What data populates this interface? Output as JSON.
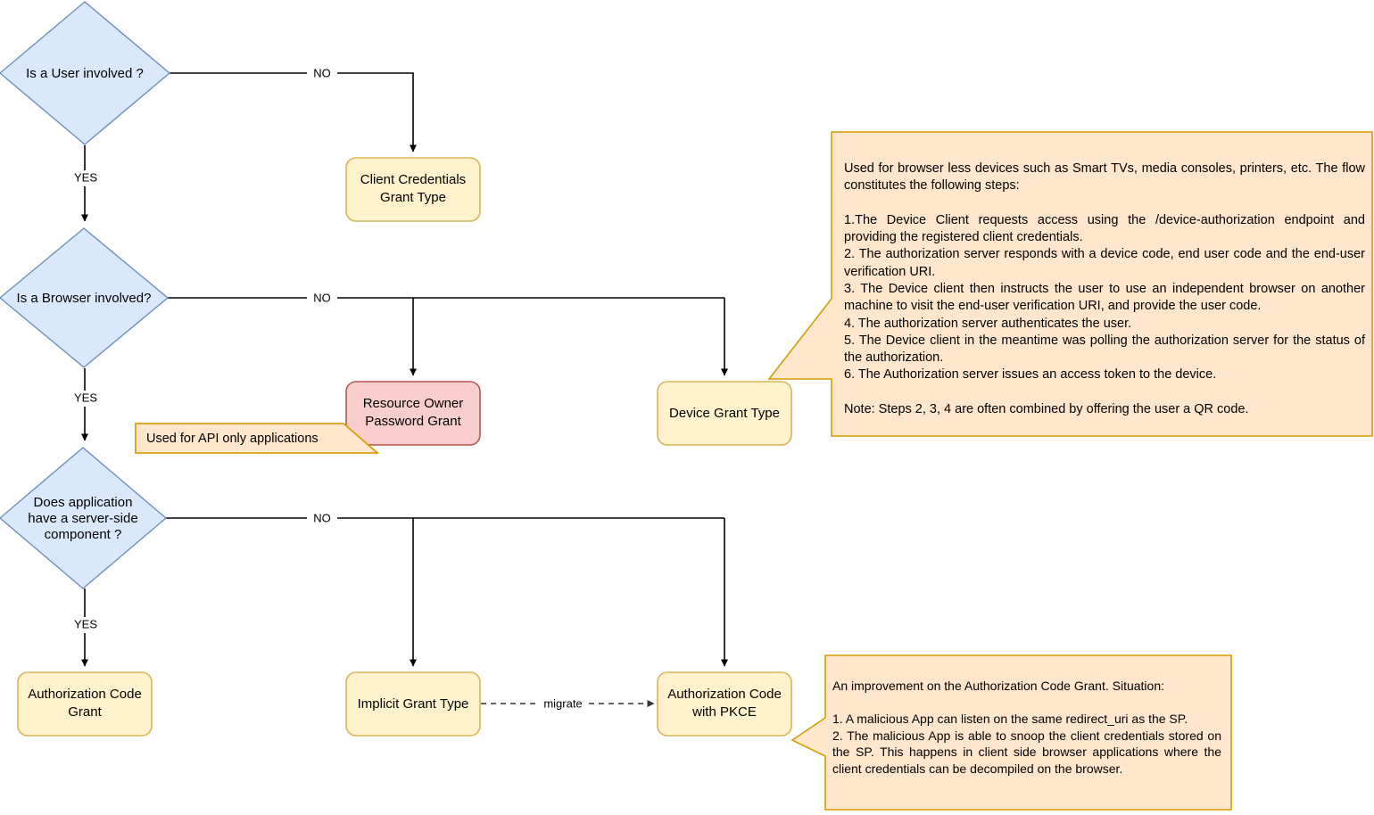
{
  "diagram": {
    "title": "OAuth 2.0 Grant Type Decision Flowchart",
    "colors": {
      "decision_fill": "#dae8fc",
      "decision_stroke": "#6c8ebf",
      "grant_fill": "#fff2cc",
      "grant_stroke": "#d6b656",
      "deprecated_fill": "#f8cecc",
      "deprecated_stroke": "#b85450",
      "note_fill": "#ffe6cc",
      "note_stroke": "#d79b00",
      "edge": "#000000",
      "background": "#ffffff"
    },
    "decisions": [
      {
        "id": "d1",
        "label": "Is a User involved ?"
      },
      {
        "id": "d2",
        "label": "Is a Browser involved?"
      },
      {
        "id": "d3",
        "label": "Does application\nhave a server-side\ncomponent ?",
        "lines": [
          "Does application",
          "have a server-side",
          "component ?"
        ]
      }
    ],
    "nodes": [
      {
        "id": "n1",
        "lines": [
          "Client Credentials",
          "Grant Type"
        ],
        "style": "grant"
      },
      {
        "id": "n2",
        "lines": [
          "Resource Owner",
          "Password Grant"
        ],
        "style": "deprecated"
      },
      {
        "id": "n3",
        "lines": [
          "Device Grant Type"
        ],
        "style": "grant"
      },
      {
        "id": "n4",
        "lines": [
          "Authorization Code",
          "Grant"
        ],
        "style": "grant"
      },
      {
        "id": "n5",
        "lines": [
          "Implicit Grant Type"
        ],
        "style": "grant"
      },
      {
        "id": "n6",
        "lines": [
          "Authorization Code",
          "with PKCE"
        ],
        "style": "grant"
      }
    ],
    "edge_labels": {
      "no_1": "NO",
      "no_2": "NO",
      "no_3": "NO",
      "yes_1": "YES",
      "yes_2": "YES",
      "yes_3": "YES",
      "migrate": "migrate"
    },
    "notes": [
      {
        "id": "note_api",
        "text": "Used for API only applications"
      },
      {
        "id": "note_device",
        "text": "Used for browser less devices such as Smart TVs, media consoles, printers, etc. The flow constitutes the following steps:\n\n1.The Device Client requests access using the /device-authorization endpoint and providing the registered client credentials.\n2. The authorization server responds with a device code, end user code and the end-user verification URI.\n3. The Device client then instructs the user to use an independent browser on another machine to visit the end-user verification URI, and provide the user code.\n4. The authorization server authenticates the user.\n5. The Device client in the meantime was polling the authorization server for the status of the authorization.\n6. The Authorization server issues an access token to the device.\n\nNote: Steps 2, 3, 4 are often combined by offering the user a QR code."
      },
      {
        "id": "note_pkce",
        "text": "An improvement on the Authorization Code Grant. Situation:\n\n1. A malicious App can listen on the same redirect_uri as the SP.\n2. The malicious App is able to snoop the client credentials stored on the SP. This happens in client side browser applications where the client credentials can be decompiled on the browser."
      }
    ]
  }
}
